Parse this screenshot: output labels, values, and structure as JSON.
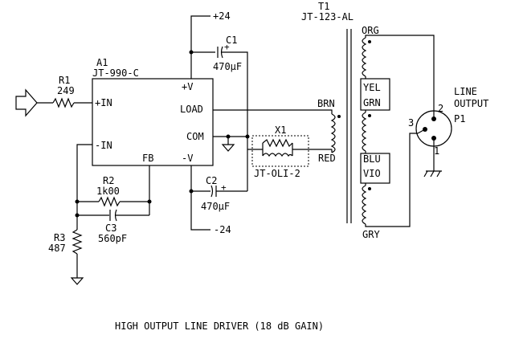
{
  "rails": {
    "positive": "+24",
    "negative": "-24"
  },
  "transformer": {
    "ref": "T1",
    "part": "JT-123-AL",
    "taps": {
      "org": "ORG",
      "yel": "YEL",
      "grn": "GRN",
      "brn": "BRN",
      "red": "RED",
      "blu": "BLU",
      "vio": "VIO",
      "gry": "GRY"
    }
  },
  "opamp": {
    "ref": "A1",
    "part": "JT-990-C",
    "pins": {
      "plus_v": "+V",
      "plus_in": "+IN",
      "minus_in": "-IN",
      "load": "LOAD",
      "com": "COM",
      "fb": "FB",
      "minus_v": "-V"
    }
  },
  "components": {
    "r1": {
      "ref": "R1",
      "value": "249"
    },
    "r2": {
      "ref": "R2",
      "value": "1k00"
    },
    "r3": {
      "ref": "R3",
      "value": "487"
    },
    "c1": {
      "ref": "C1",
      "value": "470µF",
      "polarity": "+"
    },
    "c2": {
      "ref": "C2",
      "value": "470µF",
      "polarity": "+"
    },
    "c3": {
      "ref": "C3",
      "value": "560pF"
    },
    "x1": {
      "ref": "X1",
      "part": "JT-OLI-2"
    }
  },
  "connector": {
    "label_line1": "LINE",
    "label_line2": "OUTPUT",
    "ref": "P1",
    "pin1": "1",
    "pin2": "2",
    "pin3": "3"
  },
  "caption": "HIGH OUTPUT LINE DRIVER (18 dB GAIN)"
}
